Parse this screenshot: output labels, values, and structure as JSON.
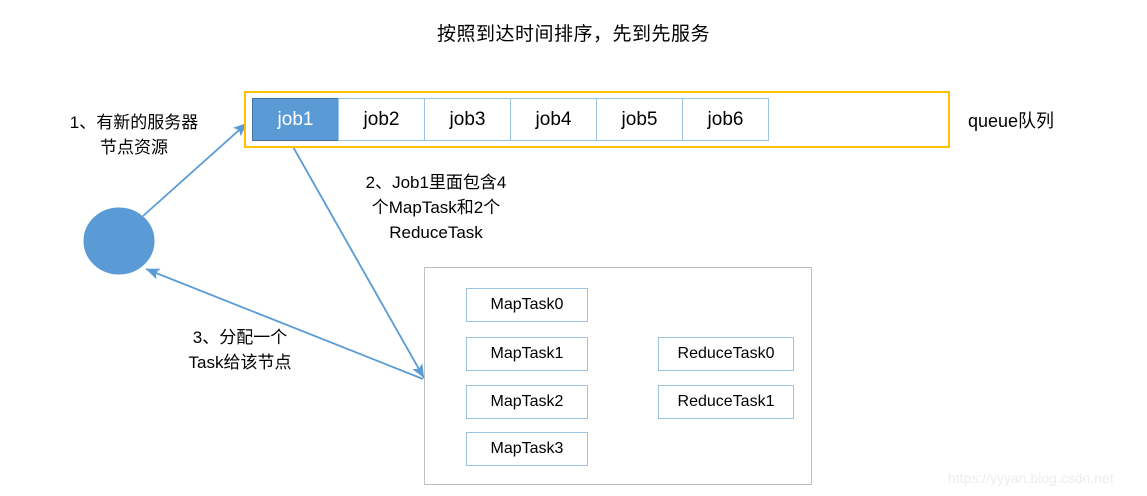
{
  "diagram": {
    "title": "按照到达时间排序，先到先服务",
    "watermark": "https://yyyan.blog.csdn.net",
    "colors": {
      "queue_border": "#FFC000",
      "job_active_fill": "#5B9BD5",
      "job_border": "#9CC3E5",
      "node_fill": "#5B9BD5",
      "arrow": "#5B9BD5",
      "panel_border": "#BFBFBF",
      "watermark": "#EDEDED"
    }
  },
  "queue": {
    "label": "queue队列",
    "jobs": [
      {
        "label": "job1",
        "active": true
      },
      {
        "label": "job2",
        "active": false
      },
      {
        "label": "job3",
        "active": false
      },
      {
        "label": "job4",
        "active": false
      },
      {
        "label": "job5",
        "active": false
      },
      {
        "label": "job6",
        "active": false
      }
    ]
  },
  "notes": [
    {
      "id": "note-1",
      "text": "1、有新的服务器\n节点资源"
    },
    {
      "id": "note-2",
      "text": "2、Job1里面包含4\n个MapTask和2个\nReduceTask"
    },
    {
      "id": "note-3",
      "text": "3、分配一个\nTask给该节点"
    }
  ],
  "node": {
    "name": "server-node"
  },
  "task_panel": {
    "map_tasks": [
      {
        "label": "MapTask0"
      },
      {
        "label": "MapTask1"
      },
      {
        "label": "MapTask2"
      },
      {
        "label": "MapTask3"
      }
    ],
    "reduce_tasks": [
      {
        "label": "ReduceTask0"
      },
      {
        "label": "ReduceTask1"
      }
    ]
  }
}
